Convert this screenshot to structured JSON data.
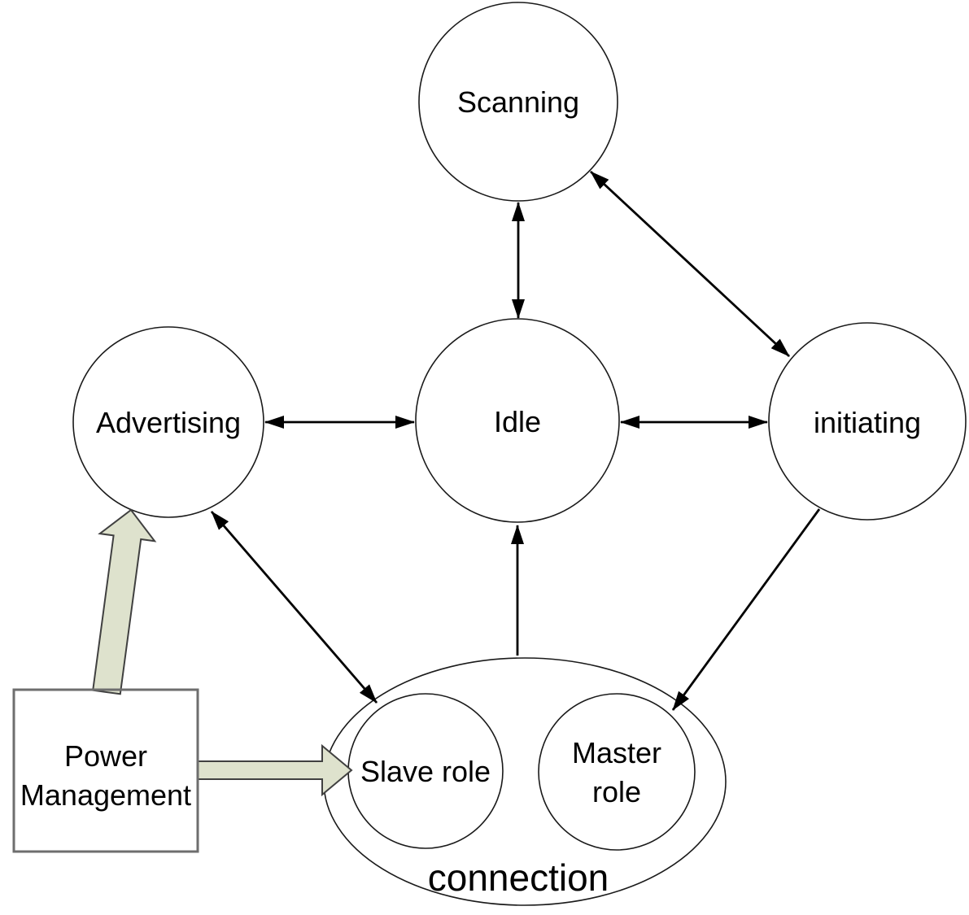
{
  "nodes": {
    "scanning": {
      "label": "Scanning"
    },
    "idle": {
      "label": "Idle"
    },
    "advertising": {
      "label": "Advertising"
    },
    "initiating": {
      "label": "initiating"
    },
    "connection": {
      "label": "connection"
    },
    "slave_role": {
      "label": "Slave role"
    },
    "master_role": {
      "label_line1": "Master",
      "label_line2": "role"
    },
    "power_management": {
      "label_line1": "Power",
      "label_line2": "Management"
    }
  },
  "edges": [
    {
      "from": "Scanning",
      "to": "Idle",
      "bidirectional": true,
      "style": "thin-black"
    },
    {
      "from": "Scanning",
      "to": "initiating",
      "bidirectional": true,
      "style": "thin-black"
    },
    {
      "from": "Advertising",
      "to": "Idle",
      "bidirectional": true,
      "style": "thin-black"
    },
    {
      "from": "Idle",
      "to": "initiating",
      "bidirectional": true,
      "style": "thin-black"
    },
    {
      "from": "connection",
      "to": "Idle",
      "bidirectional": false,
      "style": "thin-black"
    },
    {
      "from": "Advertising",
      "to": "Slave role",
      "bidirectional": true,
      "style": "thin-black"
    },
    {
      "from": "initiating",
      "to": "Master role",
      "bidirectional": false,
      "style": "thin-black"
    },
    {
      "from": "Power Management",
      "to": "Advertising",
      "bidirectional": false,
      "style": "block-green"
    },
    {
      "from": "Power Management",
      "to": "Slave role",
      "bidirectional": false,
      "style": "block-green"
    }
  ],
  "colors": {
    "background": "#ffffff",
    "node_fill": "#ffffff",
    "node_stroke": "#1a1a1a",
    "arrow": "#000000",
    "block_arrow_fill": "#dee2cd",
    "block_arrow_stroke": "#404040",
    "box_border": "#6e6e6e",
    "text": "#000000"
  }
}
